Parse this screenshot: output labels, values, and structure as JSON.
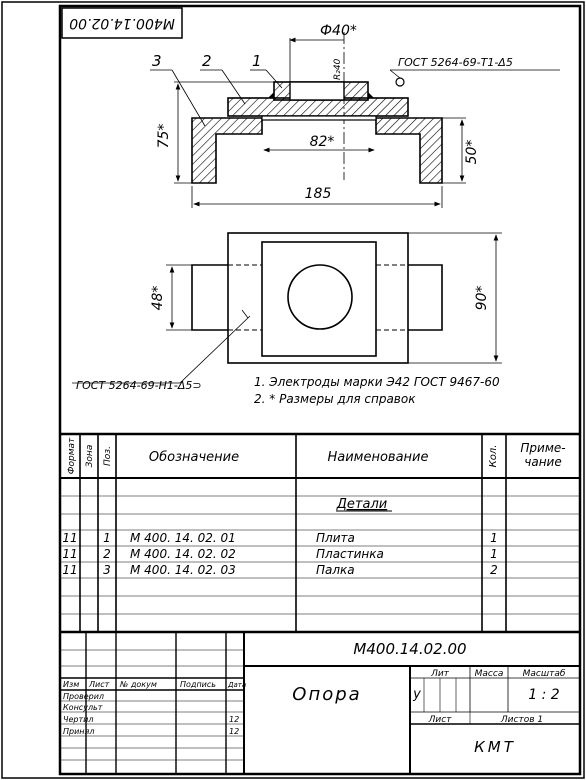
{
  "stamp_top": "М400.14.02.00",
  "drawing": {
    "dim_phi": "Ф40*",
    "dim_r": "R₂40",
    "dim_75": "75*",
    "dim_82": "82*",
    "dim_50": "50*",
    "dim_185": "185",
    "dim_48": "48*",
    "dim_90": "90*",
    "leader_1": "1",
    "leader_2": "2",
    "leader_3": "3",
    "weld_top": "ГОСТ 5264-69-Т1-Δ5",
    "weld_bottom": "ГОСТ 5264-69-Н1-Δ5⊃"
  },
  "notes": [
    "1. Электроды марки Э42 ГОСТ 9467-60",
    "2. * Размеры для справок"
  ],
  "spec": {
    "headers": {
      "format": "Формат",
      "zone": "Зона",
      "pos": "Поз.",
      "designation": "Обозначение",
      "name": "Наименование",
      "qty": "Кол.",
      "note": "Приме-\nчание"
    },
    "section": "Детали",
    "rows": [
      {
        "format": "11",
        "pos": "1",
        "designation": "М 400. 14. 02. 01",
        "name": "Плита",
        "qty": "1"
      },
      {
        "format": "11",
        "pos": "2",
        "designation": "М 400. 14. 02. 02",
        "name": "Пластинка",
        "qty": "1"
      },
      {
        "format": "11",
        "pos": "3",
        "designation": "М 400. 14. 02. 03",
        "name": "Палка",
        "qty": "2"
      }
    ]
  },
  "title_block": {
    "code": "М400.14.02.00",
    "name": "Опора",
    "lit_label": "Лит",
    "mass_label": "Масса",
    "scale_label": "Масштаб",
    "lit_value": "у",
    "scale_value": "1 : 2",
    "sheet_label": "Лист",
    "sheets_label": "Листов 1",
    "org": "КМТ",
    "col_izm": "Изм",
    "col_list": "Лист",
    "col_doc": "№ докум",
    "col_sign": "Подпись",
    "col_date": "Дата",
    "role_1": "Проверил",
    "role_2": "Консульт",
    "role_3": "Чертил",
    "role_4": "Принял",
    "date_1": "12",
    "date_2": "12"
  }
}
